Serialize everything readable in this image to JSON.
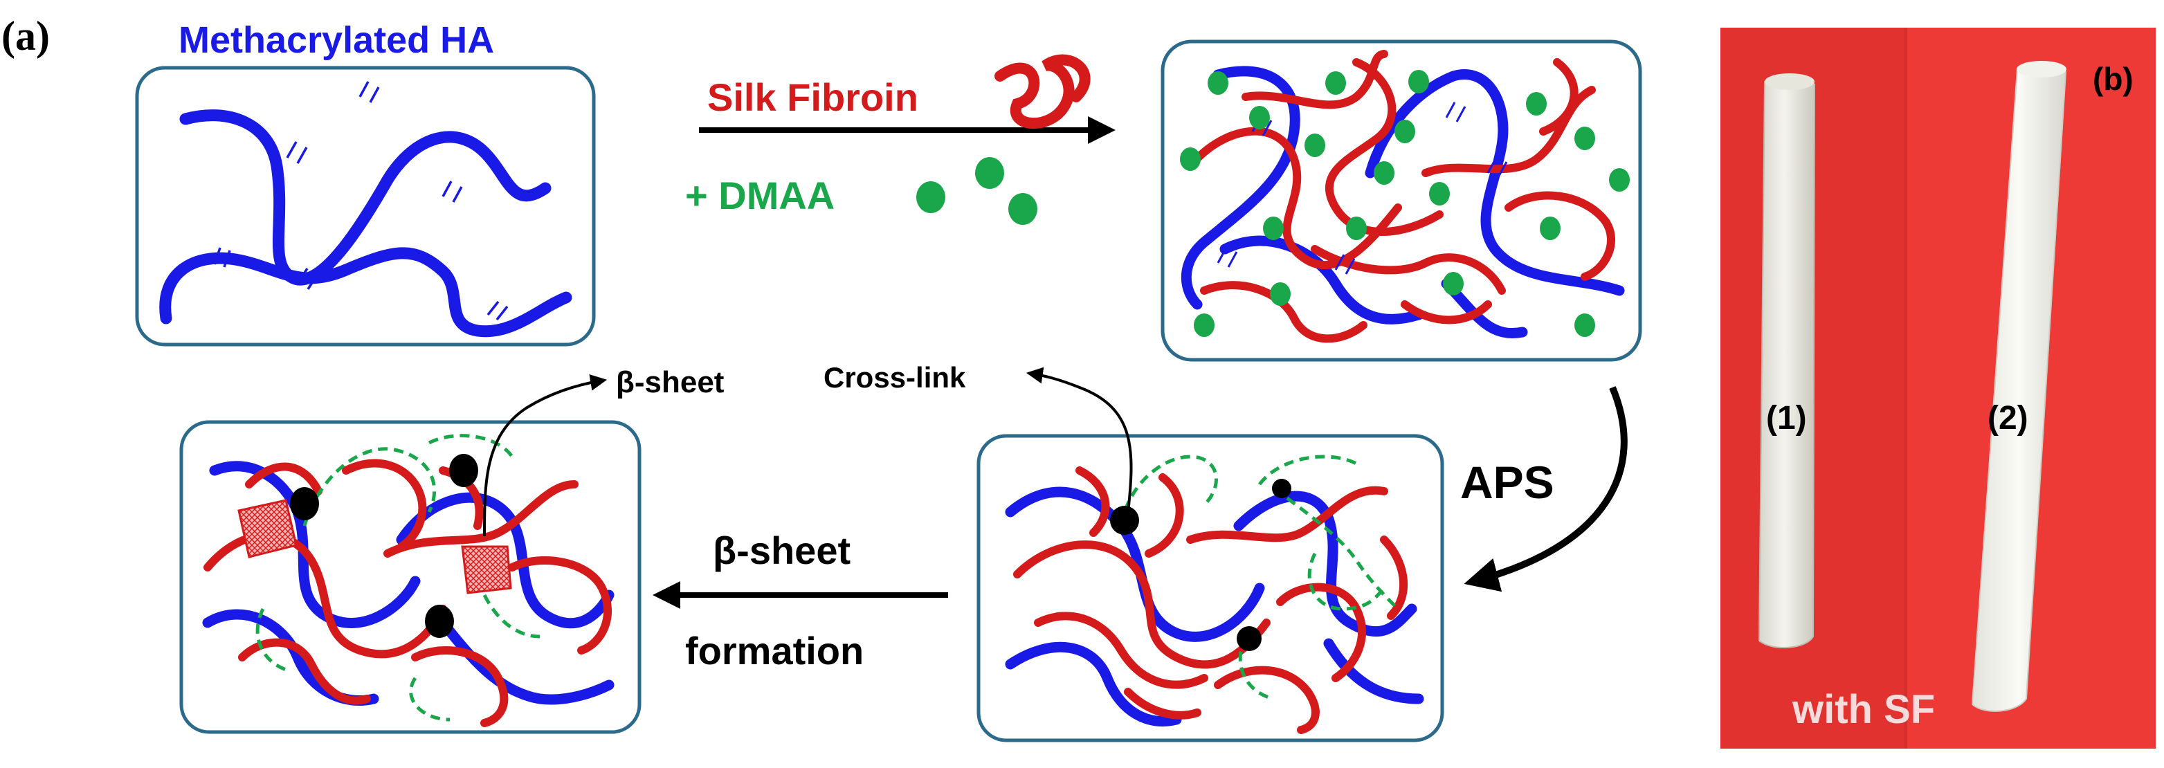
{
  "panel_a": {
    "tag": "(a)",
    "reactant_title": "Methacrylated HA",
    "reagent_silk": "Silk Fibroin",
    "reagent_dmaa": "+ DMAA",
    "initiator": "APS",
    "callout_crosslink": "Cross-link",
    "callout_beta_sheet": "β-sheet",
    "step_line1": "β-sheet",
    "step_line2": "formation"
  },
  "panel_b": {
    "tag": "(b)",
    "sample_1": "(1)",
    "sample_2": "(2)",
    "caption": "with SF"
  },
  "colors": {
    "hyaluronic_acid": "#1a1ae6",
    "silk_fibroin": "#d41a1a",
    "dmaa": "#1aa64a",
    "crosslink": "#000000",
    "box_border": "#2b6a8a",
    "photo_background": "#e8302f"
  }
}
